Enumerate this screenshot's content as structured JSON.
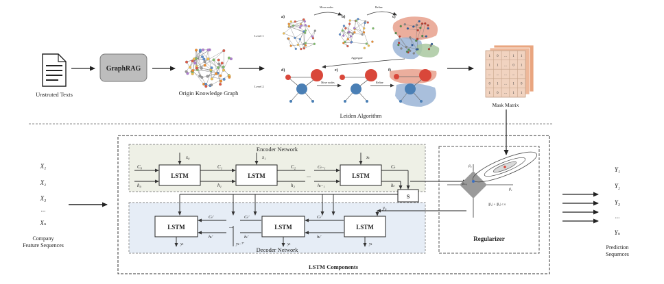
{
  "top": {
    "input_label": "Unstruted Texts",
    "graphrag_label": "GraphRAG",
    "origin_graph_label": "Origin Knowledge Graph",
    "leiden_label": "Leiden Algorithm",
    "mask_matrix_label": "Mask Matrix",
    "leiden_panels": [
      "a)",
      "b)",
      "c)",
      "d)",
      "e)",
      "f)"
    ],
    "leiden_level_labels": [
      "Level 1",
      "Level 2"
    ],
    "leiden_step_labels": [
      "Move nodes",
      "Refine",
      "Aggregate",
      "Move nodes",
      "Refine"
    ]
  },
  "inputs": {
    "sequence": [
      "X₁",
      "X₂",
      "X₃",
      "...",
      "Xₙ"
    ],
    "caption_line1": "Company",
    "caption_line2": "Feature Sequences"
  },
  "outputs": {
    "sequence": [
      "Y₁",
      "Y₂",
      "Y₃",
      "...",
      "Yₙ"
    ],
    "caption_line1": "Prediction",
    "caption_line2": "Sequences"
  },
  "lstm": {
    "components_label": "LSTM Components",
    "encoder_label": "Encoder Network",
    "decoder_label": "Decoder Network",
    "cell_label": "LSTM",
    "state_box_label": "S",
    "encoder_inputs": [
      "x₀",
      "x₁",
      "xₜ"
    ],
    "encoder_c_labels": [
      "C₀",
      "C₁",
      "C₂",
      "Cₜ₋₁",
      "Cₜ"
    ],
    "encoder_h_labels": [
      "h₀",
      "h₁",
      "h₂",
      "hₜ₋₁",
      "hₜ"
    ],
    "decoder_c_labels": [
      "Cₜ'",
      "Cₜ'",
      "Cₜ'"
    ],
    "decoder_h_labels": [
      "hₜ'",
      "hₜ'",
      "hₜ'"
    ],
    "decoder_outputs": [
      "yₜ",
      "yₜ₋ᵀ'",
      "yₜ",
      "yₜ"
    ],
    "decoder_y0": "y₀",
    "dots": "..."
  },
  "regularizer": {
    "label": "Regularizer",
    "axis_y": "β₂",
    "axis_x": "β₁",
    "point_label": "βₘₗₑ",
    "constraint": "|β₁| + |β₂| ≤ s"
  },
  "colors": {
    "encoder_fill": "#eef0e6",
    "decoder_fill": "#e6edf6",
    "cell_fill": "#ffffff",
    "red_node": "#d9473a",
    "blue_node": "#4a7fb5",
    "red_region": "#e8a08c",
    "blue_region": "#9ab4d6",
    "green_region": "#a9c8a0",
    "matrix_front": "#f1d3c0",
    "matrix_back": "#e9a57f",
    "graphrag_fill": "#bdbdbd",
    "diamond": "#9a9a9a",
    "point": "#3b6fc2"
  }
}
